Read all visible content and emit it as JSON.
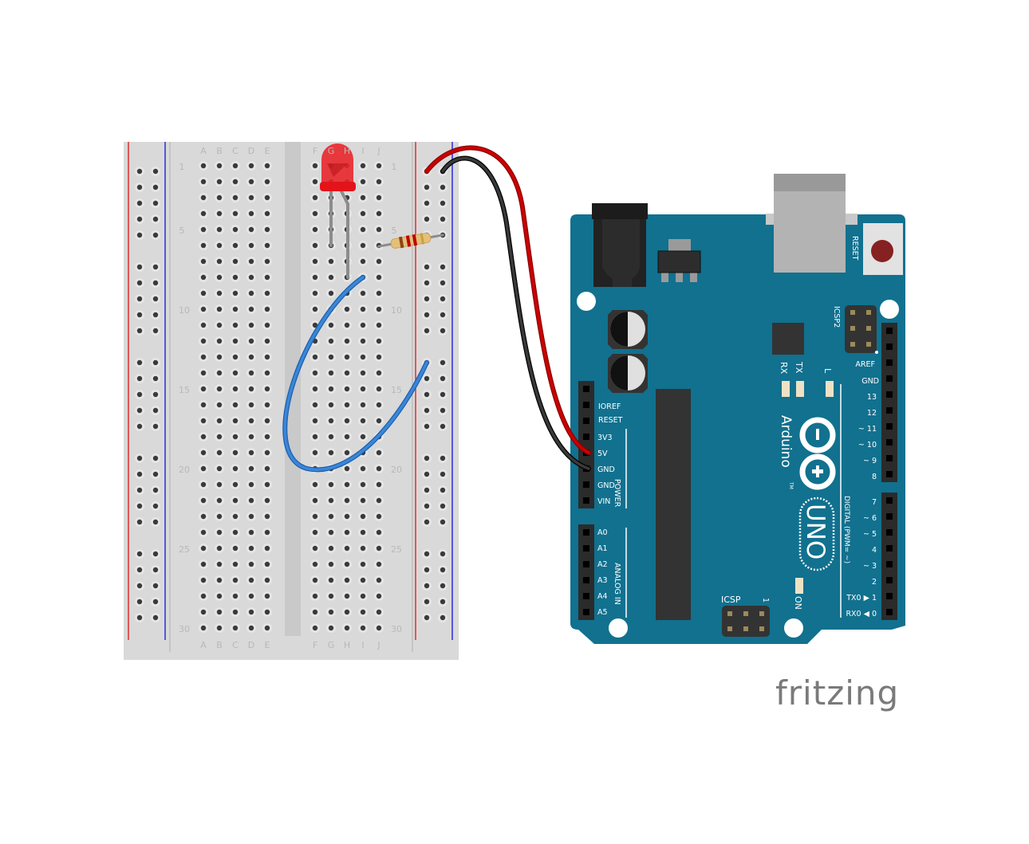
{
  "breadboard": {
    "column_letters_left": [
      "A",
      "B",
      "C",
      "D",
      "E"
    ],
    "column_letters_right": [
      "F",
      "G",
      "H",
      "I",
      "J"
    ],
    "row_numbers": [
      "1",
      "5",
      "10",
      "15",
      "20",
      "25",
      "30"
    ],
    "rows": 30
  },
  "components": {
    "led": {
      "color": "#e8262b"
    },
    "resistor": {
      "bands": [
        "#8b4513",
        "#c00000",
        "#c00000",
        "#c9a13a"
      ]
    },
    "wires": {
      "power": "#cc0000",
      "ground": "#2a2a2a",
      "jumper": "#2f74c9"
    }
  },
  "arduino": {
    "board_color": "#11718f",
    "brand": "Arduino",
    "trademark": "TM",
    "model": "UNO",
    "reset_label": "RESET",
    "icsp2_label": "ICSP2",
    "icsp_label": "ICSP",
    "icsp_pin1": "1",
    "led_labels": {
      "rx": "RX",
      "tx": "TX",
      "l": "L",
      "on": "ON"
    },
    "power_header_title": "POWER",
    "analog_header_title": "ANALOG IN",
    "digital_header_title": "DIGITAL (PWM= ~)",
    "power_pins": [
      "IOREF",
      "RESET",
      "3V3",
      "5V",
      "GND",
      "GND",
      "VIN"
    ],
    "analog_pins": [
      "A0",
      "A1",
      "A2",
      "A3",
      "A4",
      "A5"
    ],
    "digital_pins_upper": [
      "AREF",
      "GND",
      "13",
      "12",
      "~ 11",
      "~ 10",
      "~ 9",
      "8"
    ],
    "digital_pins_lower": [
      "7",
      "~ 6",
      "~ 5",
      "4",
      "~ 3",
      "2",
      "TX0 ▶ 1",
      "RX0 ◀ 0"
    ]
  },
  "logo": {
    "text": "fritzing"
  }
}
